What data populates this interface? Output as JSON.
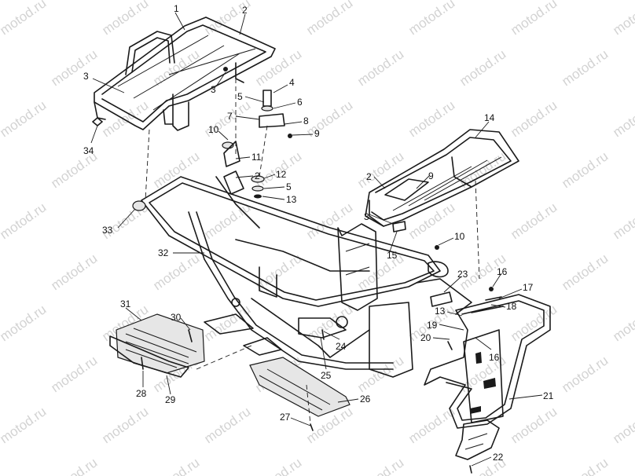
{
  "watermark": {
    "text": "motod.ru"
  },
  "callouts": [
    {
      "id": "1",
      "label": "1"
    },
    {
      "id": "2",
      "label": "2"
    },
    {
      "id": "3",
      "label": "3"
    },
    {
      "id": "3b",
      "label": "3"
    },
    {
      "id": "4",
      "label": "4"
    },
    {
      "id": "5",
      "label": "5"
    },
    {
      "id": "6",
      "label": "6"
    },
    {
      "id": "7",
      "label": "7"
    },
    {
      "id": "8",
      "label": "8"
    },
    {
      "id": "9",
      "label": "9"
    },
    {
      "id": "10",
      "label": "10"
    },
    {
      "id": "11",
      "label": "11"
    },
    {
      "id": "2b",
      "label": "2"
    },
    {
      "id": "12",
      "label": "12"
    },
    {
      "id": "5b",
      "label": "5"
    },
    {
      "id": "13",
      "label": "13"
    },
    {
      "id": "33",
      "label": "33"
    },
    {
      "id": "34",
      "label": "34"
    },
    {
      "id": "14",
      "label": "14"
    },
    {
      "id": "2c",
      "label": "2"
    },
    {
      "id": "9b",
      "label": "9"
    },
    {
      "id": "3c",
      "label": "3"
    },
    {
      "id": "15",
      "label": "15"
    },
    {
      "id": "10b",
      "label": "10"
    },
    {
      "id": "32",
      "label": "32"
    },
    {
      "id": "23",
      "label": "23"
    },
    {
      "id": "16",
      "label": "16"
    },
    {
      "id": "17",
      "label": "17"
    },
    {
      "id": "18",
      "label": "18"
    },
    {
      "id": "13b",
      "label": "13"
    },
    {
      "id": "19",
      "label": "19"
    },
    {
      "id": "20",
      "label": "20"
    },
    {
      "id": "16b",
      "label": "16"
    },
    {
      "id": "31",
      "label": "31"
    },
    {
      "id": "30",
      "label": "30"
    },
    {
      "id": "24",
      "label": "24"
    },
    {
      "id": "25",
      "label": "25"
    },
    {
      "id": "28",
      "label": "28"
    },
    {
      "id": "29",
      "label": "29"
    },
    {
      "id": "21",
      "label": "21"
    },
    {
      "id": "26",
      "label": "26"
    },
    {
      "id": "27",
      "label": "27"
    },
    {
      "id": "22",
      "label": "22"
    }
  ]
}
